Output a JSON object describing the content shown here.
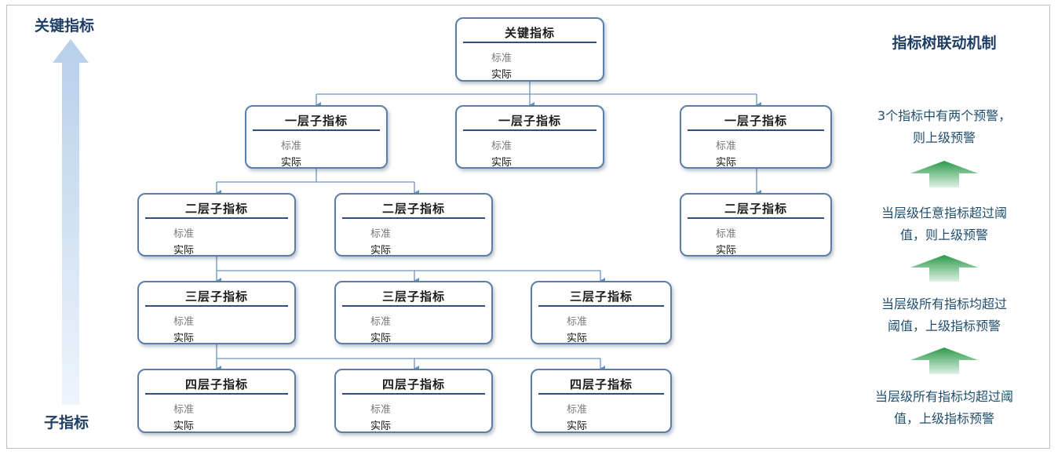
{
  "diagram": {
    "axis": {
      "top_label": "关键指标",
      "bottom_label": "子指标"
    },
    "node_fields": {
      "standard": "标准",
      "actual": "实际"
    },
    "tree": {
      "root": {
        "title": "关键指标"
      },
      "level1": [
        {
          "title": "一层子指标"
        },
        {
          "title": "一层子指标"
        },
        {
          "title": "一层子指标"
        }
      ],
      "level2": [
        {
          "title": "二层子指标"
        },
        {
          "title": "二层子指标"
        },
        {
          "title": "二层子指标"
        }
      ],
      "level3": [
        {
          "title": "三层子指标"
        },
        {
          "title": "三层子指标"
        },
        {
          "title": "三层子指标"
        }
      ],
      "level4": [
        {
          "title": "四层子指标"
        },
        {
          "title": "四层子指标"
        },
        {
          "title": "四层子指标"
        }
      ]
    },
    "mechanism": {
      "title": "指标树联动机制",
      "rules": [
        {
          "line1": "3个指标中有两个预警，",
          "line2": "则上级预警"
        },
        {
          "line1": "当层级任意指标超过阈",
          "line2": "值，则上级预警"
        },
        {
          "line1": "当层级所有指标均超过",
          "line2": "阈值，上级指标预警"
        },
        {
          "line1": "当层级所有指标均超过阈",
          "line2": "值，上级指标预警"
        }
      ]
    },
    "colors": {
      "node_border": "#5b7ea8",
      "connector": "#6a93c4",
      "title_text": "#1f3e66",
      "arrow_green": "#2a9a4a"
    }
  }
}
